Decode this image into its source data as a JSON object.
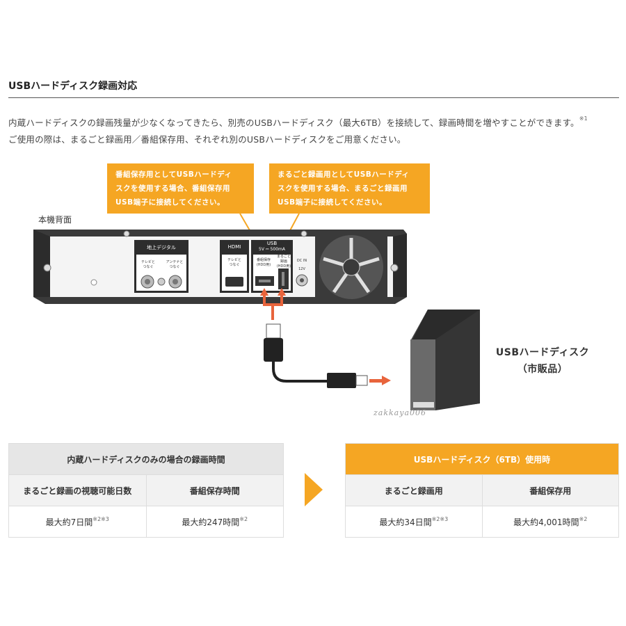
{
  "section_title": "USBハードディスク録画対応",
  "intro": {
    "line1": "内蔵ハードディスクの録画残量が少なくなってきたら、別売のUSBハードディスク（最大6TB）を接続して、録画時間を増やすことができます。",
    "line1_note": "※1",
    "line2": "ご使用の際は、まるごと録画用／番組保存用、それぞれ別のUSBハードディスクをご用意ください。"
  },
  "callouts": {
    "left": [
      "番組保存用としてUSBハードディ",
      "スクを使用する場合、番組保存用",
      "USB端子に接続してください。"
    ],
    "right": [
      "まるごと録画用としてUSBハードディ",
      "スクを使用する場合、まるごと録画用",
      "USB端子に接続してください。"
    ]
  },
  "diagram": {
    "rear_label": "本機背面",
    "panel_digital": "地上デジタル",
    "port_tv": "テレビと\nつなぐ",
    "port_antenna": "アンテナと\nつなぐ",
    "panel_hdmi": "HDMI",
    "port_hdmi_tv": "テレビと\nつなぐ",
    "usb_title": "USB",
    "usb_spec": "5V ⎓ 500mA",
    "usb_program": "番組保存\n(HDD用)",
    "usb_whole": "まるごと\n録画\n(HDD用)",
    "dc_in": "DC IN",
    "dc_volt": "12V",
    "hdd_label_1": "USBハードディスク",
    "hdd_label_2": "（市販品）",
    "watermark": "zakkaya006"
  },
  "table_left": {
    "title": "内蔵ハードディスクのみの場合の録画時間",
    "col1": "まるごと録画の視聴可能日数",
    "col2": "番組保存時間",
    "val1": "最大約7日間",
    "val1_note": "※2※3",
    "val2": "最大約247時間",
    "val2_note": "※2"
  },
  "table_right": {
    "title": "USBハードディスク（6TB）使用時",
    "col1": "まるごと録画用",
    "col2": "番組保存用",
    "val1": "最大約34日間",
    "val1_note": "※2※3",
    "val2": "最大約4,001時間",
    "val2_note": "※2"
  },
  "colors": {
    "accent": "#f5a623",
    "device": "#3a3a3a",
    "arrow": "#e8643c"
  }
}
